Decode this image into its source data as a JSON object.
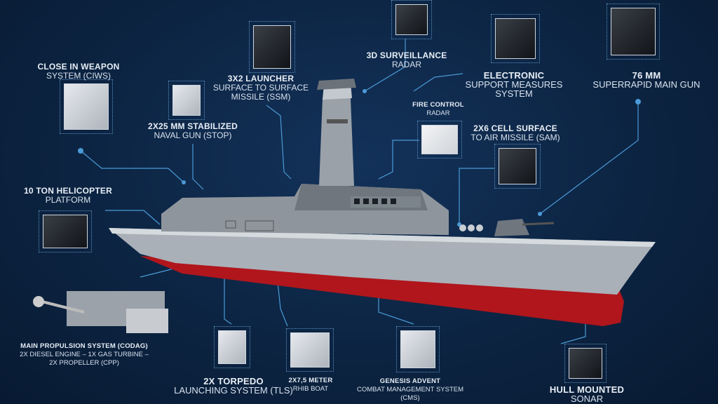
{
  "colors": {
    "background": "#0c2240",
    "leader_line": "#4a9ad6",
    "hull_red": "#b0161c",
    "hull_grey": "#a9b0b8"
  },
  "callouts": {
    "ciws": {
      "title": "CLOSE IN WEAPON",
      "subtitle": "SYSTEM (CIWS)"
    },
    "surveillance_radar": {
      "title": "3D SURVEILLANCE",
      "subtitle": "RADAR"
    },
    "launcher": {
      "title": "3X2 LAUNCHER",
      "subtitle": "SURFACE TO SURFACE",
      "subtitle2": "MISSILE (SSM)"
    },
    "naval_gun": {
      "title": "2X25 MM STABILIZED",
      "subtitle": "NAVAL GUN (STOP)"
    },
    "esm": {
      "title": "ELECTRONIC",
      "subtitle": "SUPPORT MEASURES",
      "subtitle2": "SYSTEM"
    },
    "main_gun": {
      "title": "76 MM",
      "subtitle": "SUPERRAPID MAIN GUN"
    },
    "fire_control": {
      "title": "FIRE CONTROL",
      "subtitle": "RADAR"
    },
    "sam": {
      "title": "2X6 CELL SURFACE",
      "subtitle": "TO AIR MISSILE (SAM)"
    },
    "helicopter": {
      "title": "10 TON HELICOPTER",
      "subtitle": "PLATFORM"
    },
    "propulsion": {
      "title": "MAIN PROPULSION SYSTEM (CODAG)",
      "subtitle": "2X DIESEL ENGINE – 1X GAS TURBINE –",
      "subtitle2": "2X PROPELLER (CPP)"
    },
    "torpedo": {
      "title": "2X TORPEDO",
      "subtitle": "LAUNCHING SYSTEM (TLS)"
    },
    "rhib": {
      "title": "2X7,5 METER",
      "subtitle": "RHIB BOAT"
    },
    "cms": {
      "title": "GENESIS ADVENT",
      "subtitle": "COMBAT MANAGEMENT SYSTEM",
      "subtitle2": "(CMS)"
    },
    "sonar": {
      "title": "HULL MOUNTED",
      "subtitle": "SONAR"
    }
  }
}
